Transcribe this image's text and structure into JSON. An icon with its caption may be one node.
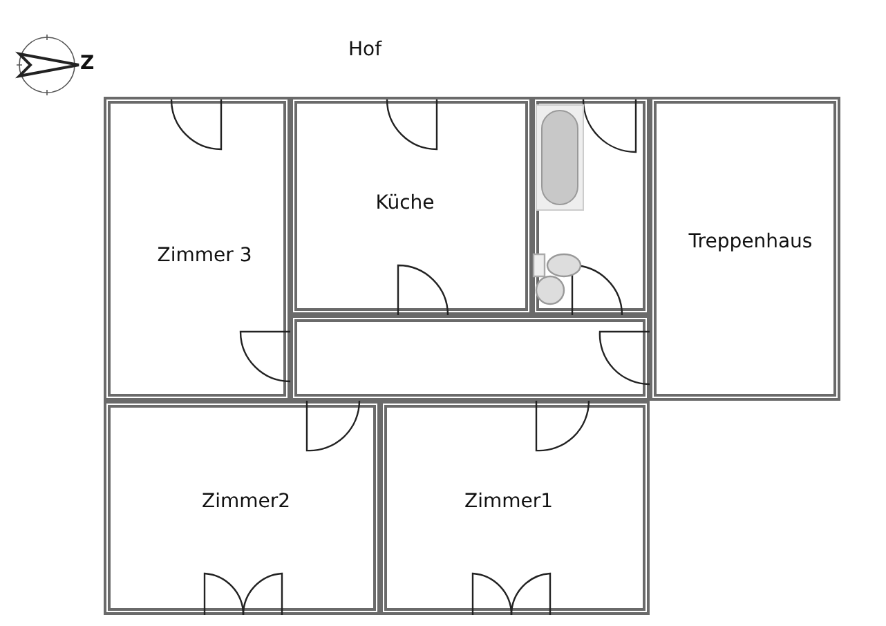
{
  "diagram": {
    "nodes": [
      {
        "text": [
          "Zimmer 3"
        ]
      },
      {
        "text": [
          "Küche"
        ]
      },
      {
        "text": [],
        "shape": "box"
      },
      {
        "text": [
          "Treppenhaus"
        ]
      },
      {
        "text": [],
        "shape": "box"
      },
      {
        "text": [
          "Zimmer2"
        ]
      },
      {
        "text": [
          "Zimmer1"
        ]
      }
    ],
    "edges": [],
    "labels": [
      "Hof",
      "Z"
    ]
  }
}
